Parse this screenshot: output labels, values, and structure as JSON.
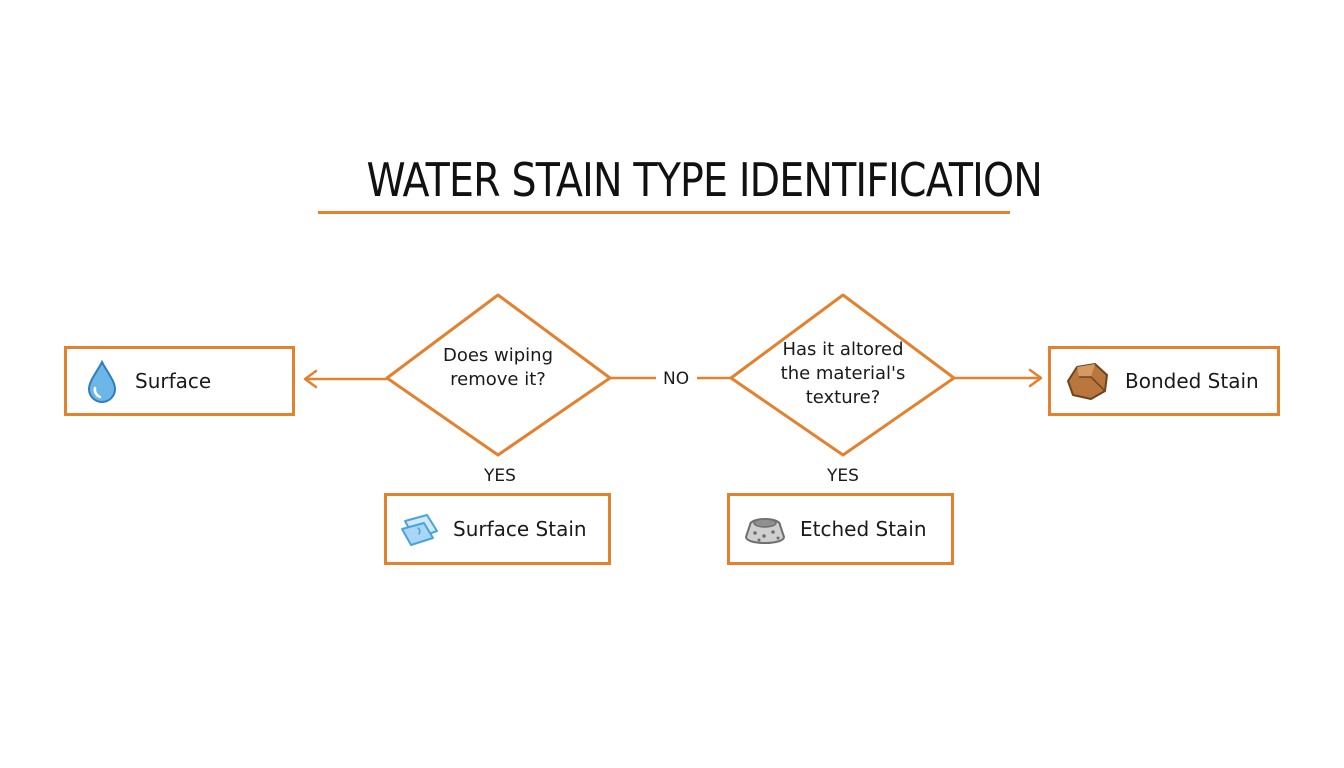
{
  "title": "WATER STAIN TYPE IDENTIFICATION",
  "colors": {
    "accent": "#e3812e",
    "text": "#1a1a1a"
  },
  "questions": {
    "q1": "Does wiping remove it?",
    "q2": "Has it altored the material's texture?"
  },
  "edges": {
    "no": "NO",
    "yes1": "YES",
    "yes2": "YES"
  },
  "outcomes": {
    "surface": {
      "label": "Surface",
      "icon": "water-drop-icon"
    },
    "surface_stain": {
      "label": "Surface Stain",
      "icon": "wet-cloth-icon"
    },
    "etched_stain": {
      "label": "Etched Stain",
      "icon": "pitted-stone-icon"
    },
    "bonded_stain": {
      "label": "Bonded Stain",
      "icon": "mineral-rock-icon"
    }
  }
}
